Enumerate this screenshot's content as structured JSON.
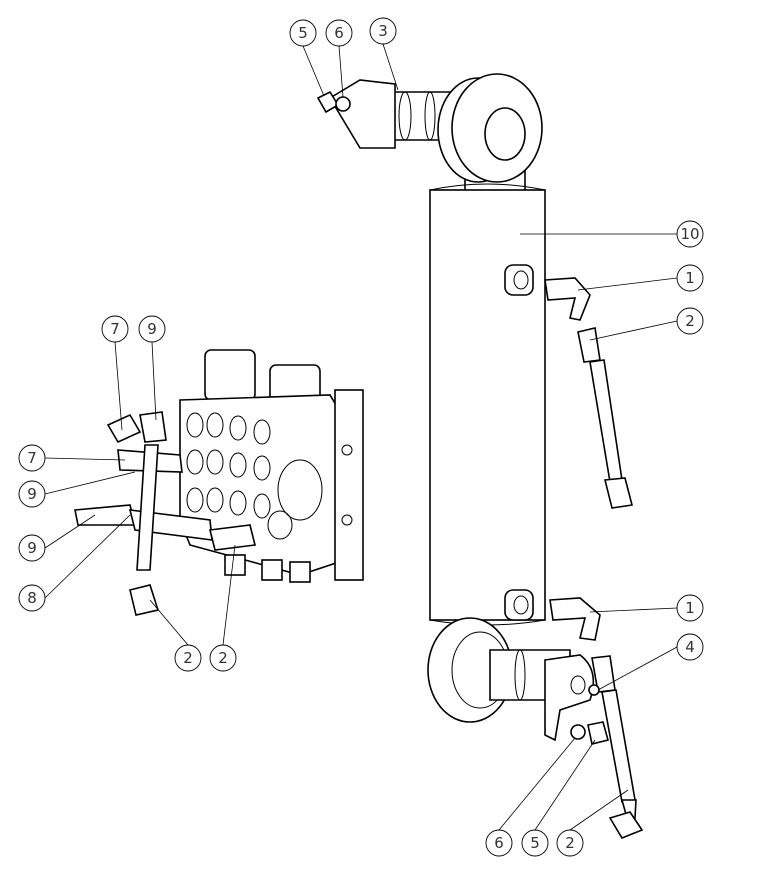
{
  "diagram": {
    "callouts": [
      {
        "id": "c-5-top",
        "label": "5"
      },
      {
        "id": "c-6-top",
        "label": "6"
      },
      {
        "id": "c-3",
        "label": "3"
      },
      {
        "id": "c-10",
        "label": "10"
      },
      {
        "id": "c-1-upper",
        "label": "1"
      },
      {
        "id": "c-2-upper",
        "label": "2"
      },
      {
        "id": "c-7-a",
        "label": "7"
      },
      {
        "id": "c-9-a",
        "label": "9"
      },
      {
        "id": "c-7-b",
        "label": "7"
      },
      {
        "id": "c-9-b",
        "label": "9"
      },
      {
        "id": "c-9-c",
        "label": "9"
      },
      {
        "id": "c-8",
        "label": "8"
      },
      {
        "id": "c-2-left-a",
        "label": "2"
      },
      {
        "id": "c-2-left-b",
        "label": "2"
      },
      {
        "id": "c-1-lower",
        "label": "1"
      },
      {
        "id": "c-4",
        "label": "4"
      },
      {
        "id": "c-6-bottom",
        "label": "6"
      },
      {
        "id": "c-5-bottom",
        "label": "5"
      },
      {
        "id": "c-2-bottom",
        "label": "2"
      }
    ]
  }
}
